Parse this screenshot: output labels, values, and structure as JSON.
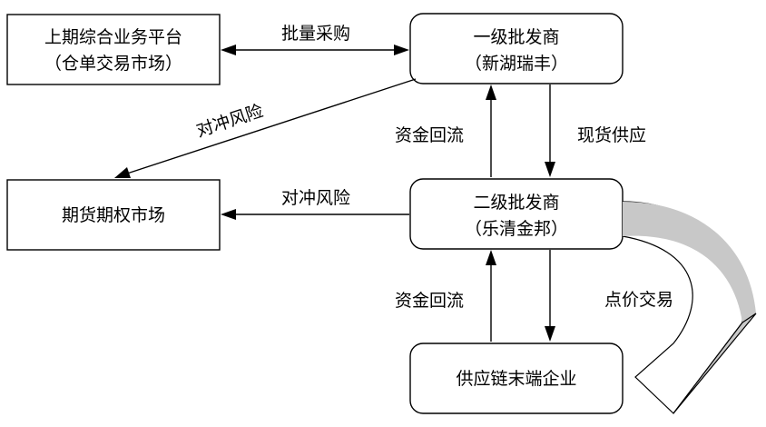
{
  "nodes": {
    "platform": {
      "line1": "上期综合业务平台",
      "line2": "（仓单交易市场）"
    },
    "wholesaler1": {
      "line1": "一级批发商",
      "line2": "（新湖瑞丰）"
    },
    "futures": {
      "line1": "期货期权市场"
    },
    "wholesaler2": {
      "line1": "二级批发商",
      "line2": "（乐清金邦）"
    },
    "enterprise": {
      "line1": "供应链末端企业"
    }
  },
  "edges": {
    "bulk_purchase": "批量采购",
    "hedge_top": "对冲风险",
    "capital_return_top": "资金回流",
    "spot_supply": "现货供应",
    "hedge_mid": "对冲风险",
    "capital_return_bottom": "资金回流",
    "basis_trade": "点价交易"
  }
}
